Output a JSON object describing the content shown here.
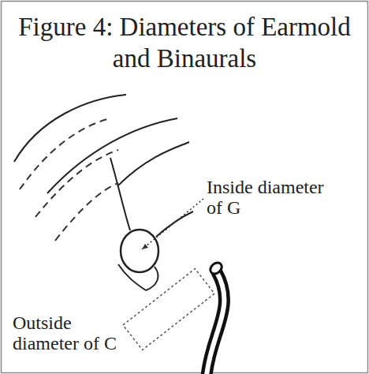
{
  "diagram": {
    "title": "Figure 4: Diameters of Earmold and Binaurals",
    "labels": [
      "Inside diameter of G",
      "Outside diameter of C"
    ]
  }
}
